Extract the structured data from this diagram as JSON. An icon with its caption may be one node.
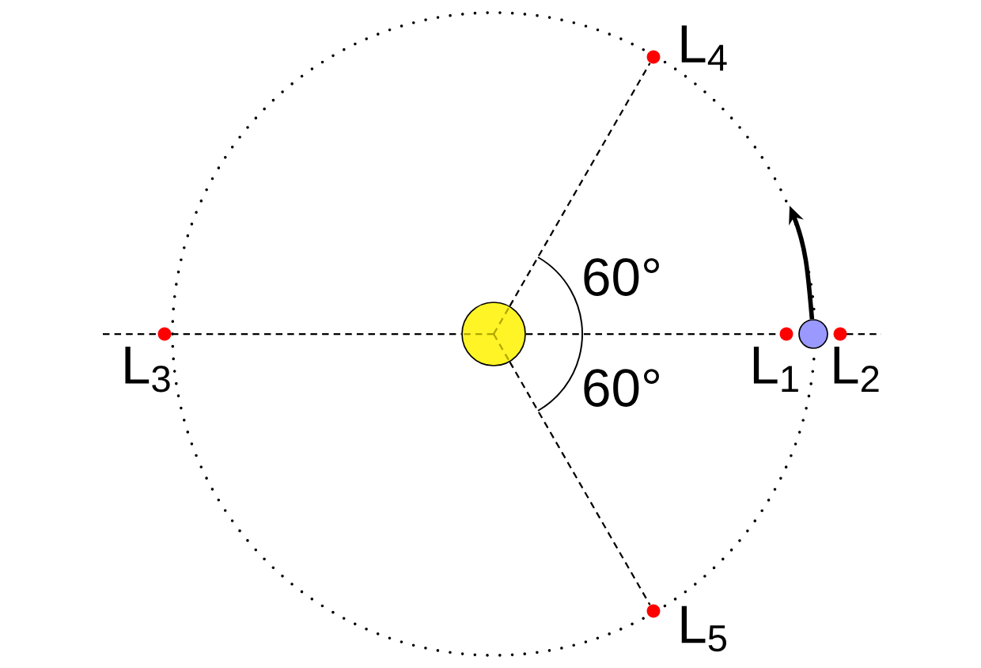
{
  "diagram": {
    "nodes": [
      {
        "text": [
          "L$_{4}$"
        ]
      },
      {
        "text": [],
        "shape": "circle"
      },
      {
        "text": [
          "L$_{3}$"
        ]
      },
      {
        "text": [
          "L$_{1}$"
        ]
      },
      {
        "text": [],
        "shape": "circle"
      },
      {
        "text": [
          "L$_{2}$"
        ]
      },
      {
        "text": [
          "L$_{5}$"
        ]
      }
    ],
    "edges": [
      {
        "from": 1,
        "to": 0,
        "arrow": "none",
        "style": "dashed"
      },
      {
        "from": 2,
        "to": 1,
        "arrow": "none",
        "style": "dashed"
      },
      {
        "from": 1,
        "to": 3,
        "arrow": "none",
        "style": "dashed"
      },
      {
        "from": 4,
        "to": null,
        "arrow": "to",
        "style": "thick"
      },
      {
        "from": 1,
        "to": 6,
        "arrow": "none",
        "style": "dashed"
      }
    ],
    "labels": [
      "60°",
      "60°"
    ]
  }
}
